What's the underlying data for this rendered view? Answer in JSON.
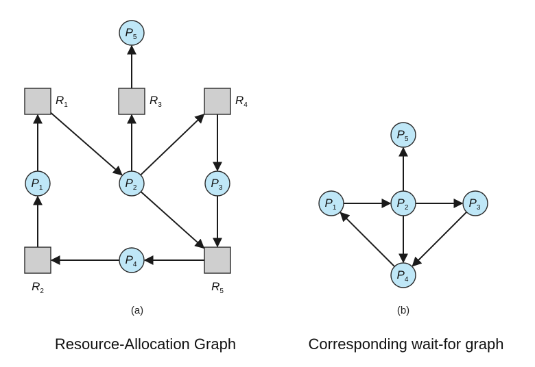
{
  "graph_a": {
    "panel_label": "(a)",
    "caption": "Resource-Allocation Graph",
    "processes": [
      {
        "id": "P5",
        "letter": "P",
        "sub": "5"
      },
      {
        "id": "P1",
        "letter": "P",
        "sub": "1"
      },
      {
        "id": "P2",
        "letter": "P",
        "sub": "2"
      },
      {
        "id": "P3",
        "letter": "P",
        "sub": "3"
      },
      {
        "id": "P4",
        "letter": "P",
        "sub": "4"
      }
    ],
    "resources": [
      {
        "id": "R1",
        "letter": "R",
        "sub": "1"
      },
      {
        "id": "R3",
        "letter": "R",
        "sub": "3"
      },
      {
        "id": "R4",
        "letter": "R",
        "sub": "4"
      },
      {
        "id": "R2",
        "letter": "R",
        "sub": "2"
      },
      {
        "id": "R5",
        "letter": "R",
        "sub": "5"
      }
    ],
    "edges": [
      {
        "from": "R3",
        "to": "P5"
      },
      {
        "from": "P1",
        "to": "R1"
      },
      {
        "from": "R1",
        "to": "P2"
      },
      {
        "from": "P2",
        "to": "R3"
      },
      {
        "from": "P2",
        "to": "R4"
      },
      {
        "from": "R4",
        "to": "P3"
      },
      {
        "from": "P3",
        "to": "R5"
      },
      {
        "from": "P2",
        "to": "R5"
      },
      {
        "from": "R5",
        "to": "P4"
      },
      {
        "from": "P4",
        "to": "R2"
      },
      {
        "from": "R2",
        "to": "P1"
      }
    ]
  },
  "graph_b": {
    "panel_label": "(b)",
    "caption": "Corresponding wait-for graph",
    "processes": [
      {
        "id": "P5",
        "letter": "P",
        "sub": "5"
      },
      {
        "id": "P1",
        "letter": "P",
        "sub": "1"
      },
      {
        "id": "P2",
        "letter": "P",
        "sub": "2"
      },
      {
        "id": "P3",
        "letter": "P",
        "sub": "3"
      },
      {
        "id": "P4",
        "letter": "P",
        "sub": "4"
      }
    ],
    "edges": [
      {
        "from": "P2",
        "to": "P5"
      },
      {
        "from": "P1",
        "to": "P2"
      },
      {
        "from": "P2",
        "to": "P3"
      },
      {
        "from": "P2",
        "to": "P4"
      },
      {
        "from": "P3",
        "to": "P4"
      },
      {
        "from": "P4",
        "to": "P1"
      }
    ]
  },
  "colors": {
    "process_fill": "#bfe7f7",
    "resource_fill": "#cfcfcf",
    "stroke": "#1a1a1a"
  }
}
